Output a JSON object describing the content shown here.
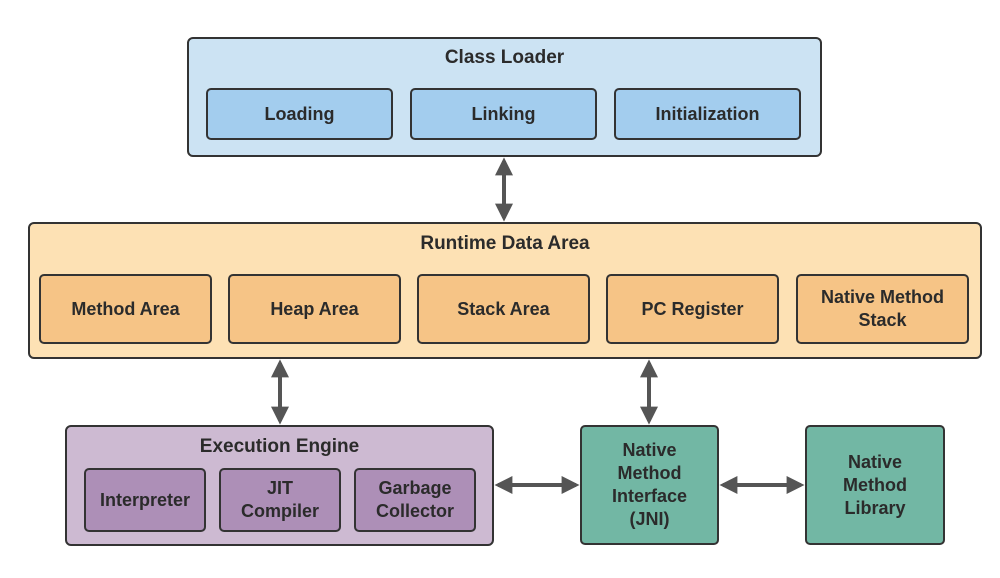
{
  "class_loader": {
    "title": "Class Loader",
    "items": [
      "Loading",
      "Linking",
      "Initialization"
    ]
  },
  "runtime_data_area": {
    "title": "Runtime Data Area",
    "items": [
      "Method Area",
      "Heap Area",
      "Stack Area",
      "PC Register",
      "Native Method\nStack"
    ]
  },
  "execution_engine": {
    "title": "Execution Engine",
    "items": [
      "Interpreter",
      "JIT\nCompiler",
      "Garbage\nCollector"
    ]
  },
  "jni": {
    "label": "Native\nMethod\nInterface\n(JNI)"
  },
  "native_library": {
    "label": "Native\nMethod\nLibrary"
  },
  "colors": {
    "class_loader_bg": "#cce3f3",
    "class_loader_cell": "#a3cdee",
    "runtime_bg": "#fde1b4",
    "runtime_cell": "#f6c486",
    "exec_bg": "#cdbad2",
    "exec_cell": "#ad8fb7",
    "native_teal": "#72b7a4",
    "border": "#333333",
    "arrow": "#555555"
  }
}
